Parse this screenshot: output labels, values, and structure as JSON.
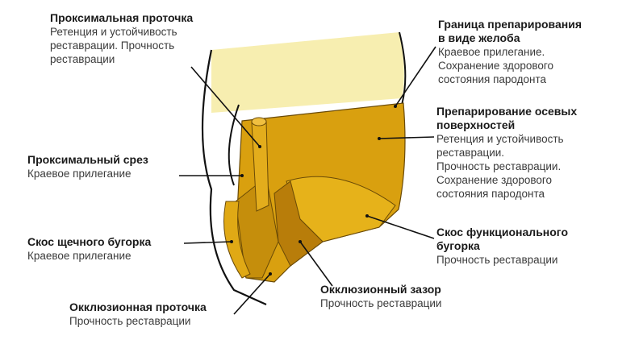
{
  "labels": {
    "proximal_groove": {
      "title": "Проксимальная проточка",
      "lines": [
        "Ретенция и устойчивость",
        "реставрации. Прочность",
        "реставрации"
      ]
    },
    "proximal_cut": {
      "title": "Проксимальный срез",
      "lines": [
        "Краевое прилегание"
      ]
    },
    "buccal_bevel": {
      "title": "Скос щечного бугорка",
      "lines": [
        "Краевое прилегание"
      ]
    },
    "occlusal_groove": {
      "title": "Окклюзионная проточка",
      "lines": [
        "Прочность реставрации"
      ]
    },
    "margin_chamfer": {
      "title_lines": [
        "Граница препарирования",
        "в виде желоба"
      ],
      "lines": [
        "Краевое прилегание.",
        "Сохранение здорового",
        "состояния пародонта"
      ]
    },
    "axial_prep": {
      "title_lines": [
        "Препарирование осевых",
        "поверхностей"
      ],
      "lines": [
        "Ретенция и устойчивость",
        "реставрации.",
        "Прочность реставрации.",
        "Сохранение здорового",
        "состояния пародонта"
      ]
    },
    "functional_bevel": {
      "title_lines": [
        "Скос функционального",
        "бугорка"
      ],
      "lines": [
        "Прочность реставрации"
      ]
    },
    "occlusal_clearance": {
      "title": "Окклюзионный зазор",
      "lines": [
        "Прочность реставрации"
      ]
    }
  },
  "colors": {
    "tooth_prep": "#d9a00f",
    "tooth_dark": "#b87d0a",
    "gum_band": "#f7eeb0",
    "line": "#111111"
  }
}
